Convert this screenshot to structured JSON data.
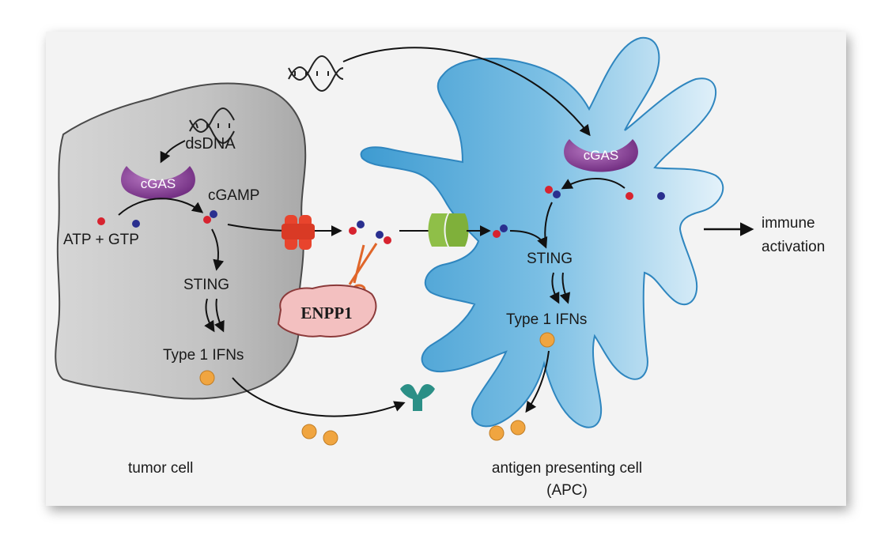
{
  "labels": {
    "dsdna": "dsDNA",
    "cgas_tumor": "cGAS",
    "cgamp": "cGAMP",
    "atp_gtp": "ATP + GTP",
    "sting_tumor": "STING",
    "ifn_tumor": "Type 1 IFNs",
    "enpp1": "ENPP1",
    "cgas_apc": "cGAS",
    "sting_apc": "STING",
    "ifn_apc": "Type 1 IFNs",
    "immune_1": "immune",
    "immune_2": "activation",
    "tumor_cell": "tumor cell",
    "apc_1": "antigen presenting cell",
    "apc_2": "(APC)"
  },
  "colors": {
    "tumor_fill": "#c4c4c4",
    "apc_fill": "#6fb7df",
    "cgas": "#8a3d96",
    "atp_dot": "#d7232f",
    "gtp_dot": "#2a2f8f",
    "ifn_dot": "#f0a540",
    "transporter_red": "#e8442d",
    "transporter_green": "#8fbf48",
    "receptor_teal": "#2b8f86",
    "enpp1_fill": "#f3c0c0",
    "scissors": "#e0662a"
  }
}
